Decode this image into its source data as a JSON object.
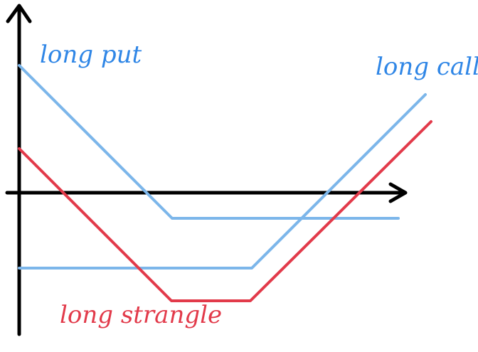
{
  "labels": {
    "long_put": "long put",
    "long_call": "long call",
    "long_strangle": "long strangle"
  },
  "colors": {
    "axis": "#000000",
    "blue_line": "#7cb6ea",
    "red_line": "#e23a4a",
    "label_blue": "#2f86e6",
    "label_red": "#e23a4a"
  }
}
